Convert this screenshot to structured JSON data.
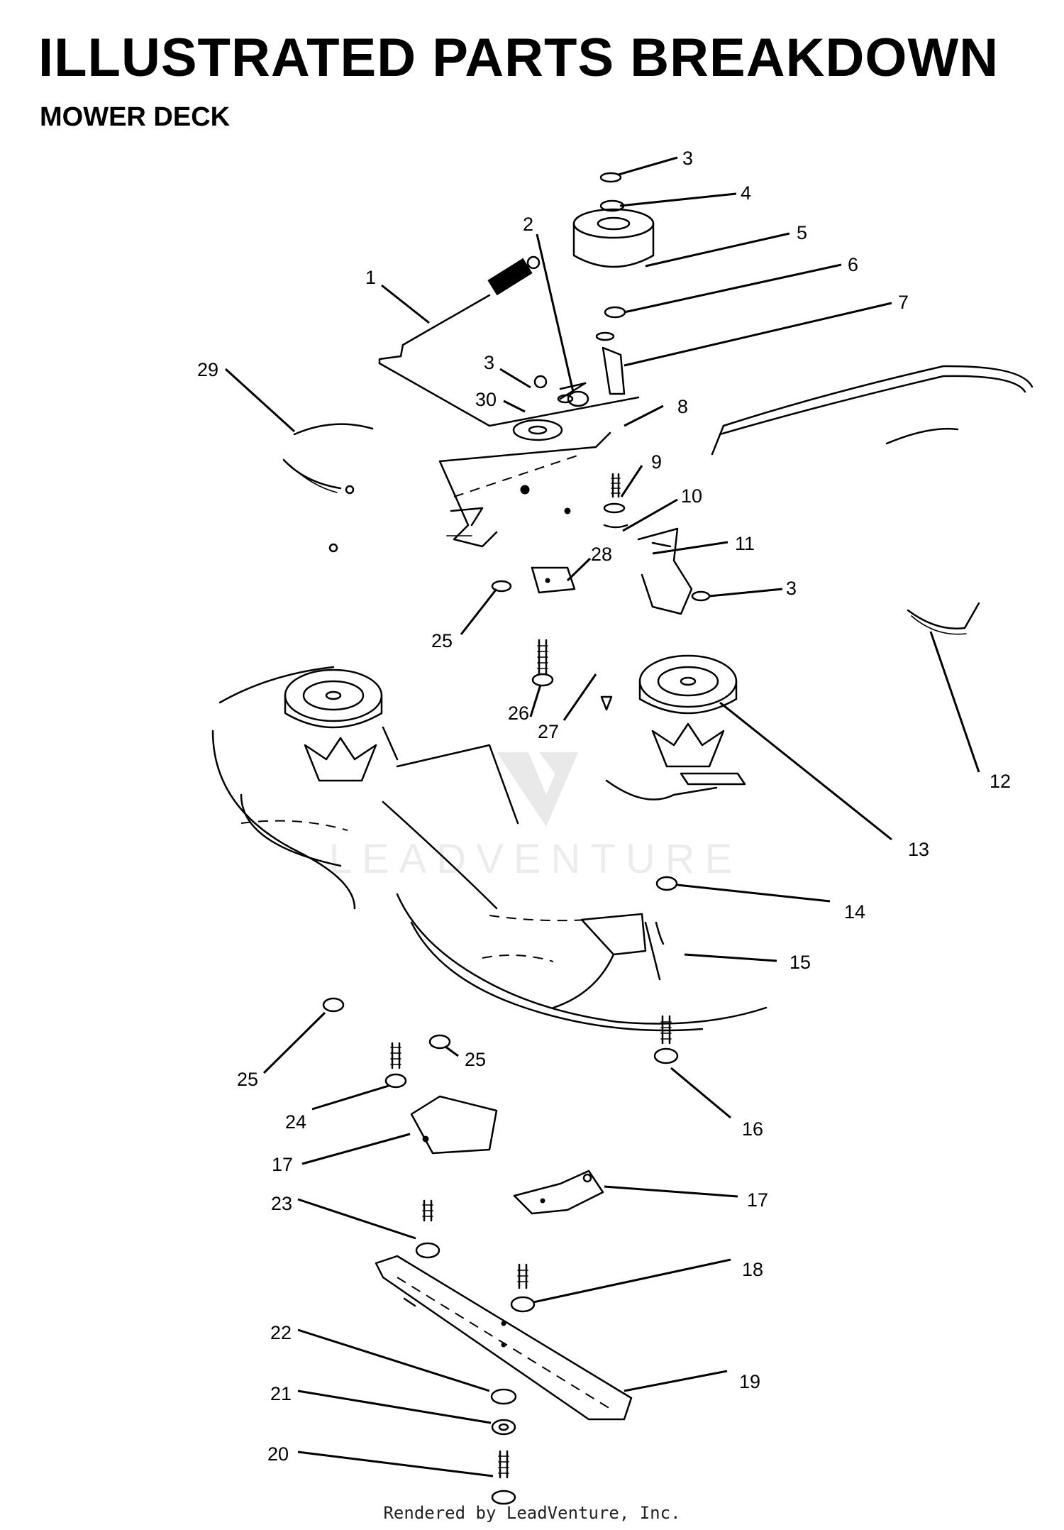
{
  "header": {
    "title": "ILLUSTRATED PARTS BREAKDOWN",
    "subtitle": "MOWER DECK"
  },
  "watermark": "LEADVENTURE",
  "footer": "Rendered by LeadVenture, Inc.",
  "callouts": [
    "1",
    "2",
    "3",
    "4",
    "5",
    "6",
    "7",
    "3",
    "30",
    "29",
    "8",
    "9",
    "10",
    "11",
    "3",
    "28",
    "25",
    "26",
    "27",
    "12",
    "13",
    "14",
    "15",
    "25",
    "25",
    "24",
    "16",
    "17",
    "17",
    "23",
    "18",
    "22",
    "19",
    "21",
    "20"
  ]
}
